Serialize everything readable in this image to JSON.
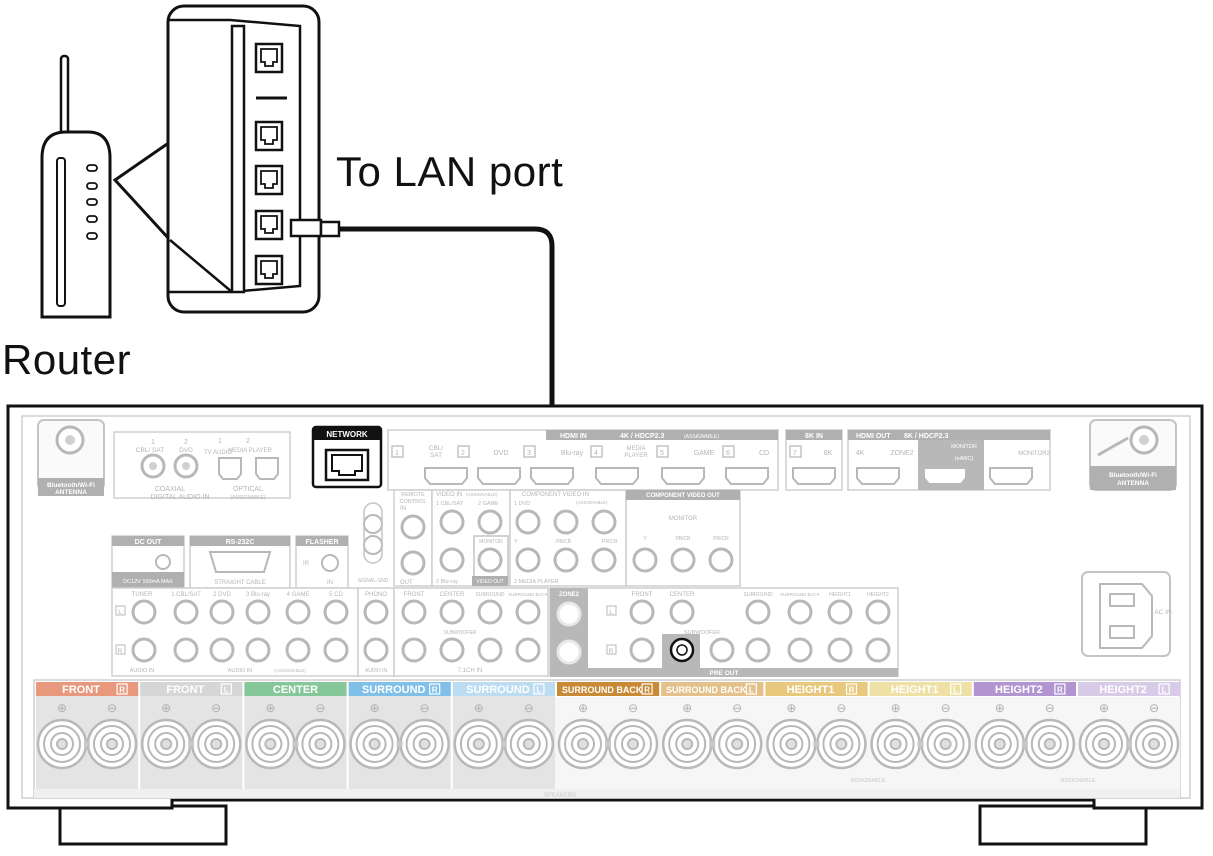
{
  "callouts": {
    "lan_port": "To LAN port",
    "router": "Router"
  },
  "receiver": {
    "top_row": {
      "antenna_left": [
        "Bluetooth/Wi-Fi",
        "ANTENNA"
      ],
      "digital_audio_in": {
        "inputs": [
          {
            "num": "1",
            "name": "CBL/\nSAT"
          },
          {
            "num": "2",
            "name": "DVD"
          },
          {
            "num": "1",
            "name": "TV\nAUDIO"
          },
          {
            "num": "2",
            "name": "MEDIA\nPLAYER"
          }
        ],
        "coaxial": "COAXIAL",
        "optical": "OPTICAL",
        "section": "DIGITAL AUDIO IN",
        "assignable": "(ASSIGNABLE)"
      },
      "network": "NETWORK",
      "hdmi_in": {
        "section": "HDMI IN",
        "spec": "4K / HDCP2.3",
        "assignable": "(ASSIGNABLE)",
        "ports": [
          {
            "num": "1",
            "name": "CBL/\nSAT"
          },
          {
            "num": "2",
            "name": "DVD"
          },
          {
            "num": "3",
            "name": ""
          },
          {
            "num": "",
            "name": "Blu-ray"
          },
          {
            "num": "4",
            "name": "MEDIA\nPLAYER"
          },
          {
            "num": "5",
            "name": "GAME"
          },
          {
            "num": "6",
            "name": "CD"
          }
        ],
        "eightk_section": "8K IN",
        "eightk_ports": [
          {
            "num": "7",
            "name": "8K"
          }
        ]
      },
      "hdmi_out": {
        "section": "HDMI OUT",
        "spec": "8K / HDCP2.3",
        "ports": [
          "4K",
          "ZONE2",
          "MONITOR\n(eARC)",
          "MONITOR2"
        ]
      },
      "antenna_right": [
        "Bluetooth/Wi-Fi",
        "ANTENNA"
      ]
    },
    "middle_row": {
      "dc_out": "DC OUT",
      "dc_spec": "DC12V 150mA MAX",
      "rs232c": "RS-232C",
      "rs232c_cable": "STRAIGHT CABLE",
      "flasher": "FLASHER",
      "ir": "IR",
      "flasher_in": "IN",
      "signal_gnd": "SIGNAL GND",
      "remote_control": "REMOTE\nCONTROL",
      "remote_in": "IN",
      "remote_out": "OUT",
      "video_in": "VIDEO IN",
      "video_in_assignable": "(ASSIGNABLE)",
      "video_in_labels": [
        "1 CBL/SAT",
        "2 GAME",
        "2 Blu-ray"
      ],
      "monitor": "MONITOR",
      "video_out": "VIDEO OUT",
      "component_in": "COMPONENT VIDEO IN",
      "component_in_assignable": "(ASSIGNABLE)",
      "component_in_labels": [
        "1 DVD",
        "Y",
        "PB/CB",
        "PR/CR",
        "2 MEDIA PLAYER"
      ],
      "component_out": "COMPONENT VIDEO OUT",
      "component_out_labels": [
        "MONITOR",
        "Y",
        "PB/CB",
        "PR/CR"
      ]
    },
    "audio_row": {
      "tuner": "TUNER",
      "audio_in_labels": [
        "1 CBL/SAT",
        "2 DVD",
        "3 Blu-ray",
        "4 GAME",
        "5 CD"
      ],
      "audio_in": "AUDIO IN",
      "audio_in_assignable": "(ASSIGNABLE)",
      "phono": "PHONO",
      "phono_audio_in": "AUDIO IN",
      "multi_in_labels": [
        "FRONT",
        "CENTER",
        "SURROUND",
        "SURROUND\nBACK"
      ],
      "subwoofer": "SUBWOOFER",
      "multi_in": "7.1CH IN",
      "zone2": "ZONE2",
      "pre_out_labels": [
        "FRONT",
        "CENTER",
        "SURROUND",
        "SURROUND BACK",
        "HEIGHT1",
        "HEIGHT2"
      ],
      "pre_out_subwoofer": "SUBWOOFER",
      "pre_out": "PRE OUT",
      "left": "L",
      "right": "R",
      "ac_in": "AC IN"
    },
    "speakers": {
      "section": "SPEAKERS",
      "assignable": "ASSIGNABLE",
      "channels": [
        {
          "label": "FRONT",
          "side": "R",
          "color": "#e8987d"
        },
        {
          "label": "FRONT",
          "side": "L",
          "color": "#d6d6d6"
        },
        {
          "label": "CENTER",
          "side": "",
          "color": "#86c79a"
        },
        {
          "label": "SURROUND",
          "side": "R",
          "color": "#7fbfe8"
        },
        {
          "label": "SURROUND",
          "side": "L",
          "color": "#bcdcf2"
        },
        {
          "label": "SURROUND BACK",
          "side": "R",
          "color": "#c98a36"
        },
        {
          "label": "SURROUND BACK",
          "side": "L",
          "color": "#e4c08a"
        },
        {
          "label": "HEIGHT1",
          "side": "R",
          "color": "#e7c87c"
        },
        {
          "label": "HEIGHT1",
          "side": "L",
          "color": "#efe0a6"
        },
        {
          "label": "HEIGHT2",
          "side": "R",
          "color": "#b294d0"
        },
        {
          "label": "HEIGHT2",
          "side": "L",
          "color": "#d8cbe8"
        }
      ]
    }
  }
}
